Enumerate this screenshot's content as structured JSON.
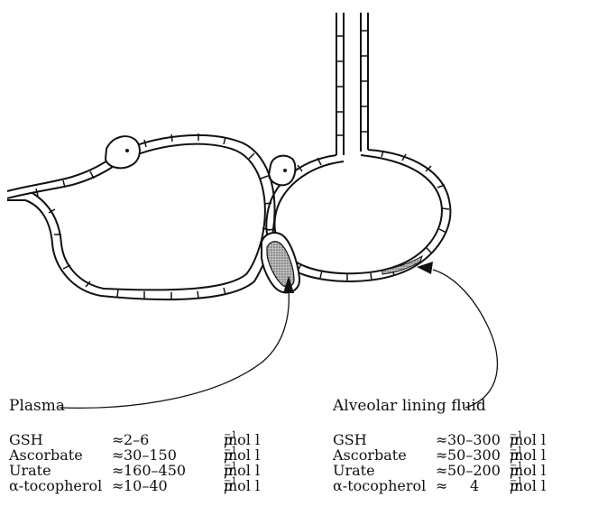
{
  "plasma": {
    "label": "Plasma",
    "rows": [
      {
        "name": "GSH",
        "approx": "≈",
        "value": "2–6",
        "unit_mu": "μ",
        "unit_rest": "mol l",
        "unit_exp": "−1"
      },
      {
        "name": "Ascorbate",
        "approx": "≈",
        "value": "30–150",
        "unit_mu": "μ",
        "unit_rest": "mol l",
        "unit_exp": "−1"
      },
      {
        "name": "Urate",
        "approx": "≈",
        "value": "160–450",
        "unit_mu": "μ",
        "unit_rest": "mol l",
        "unit_exp": "−1"
      },
      {
        "name": "α-tocopherol",
        "approx": "≈",
        "value": "10–40",
        "unit_mu": "μ",
        "unit_rest": "mol l",
        "unit_exp": "−1"
      }
    ]
  },
  "alveolar": {
    "label": "Alveolar lining fluid",
    "rows": [
      {
        "name": "GSH",
        "approx": "≈",
        "value": "30–300",
        "unit_mu": "μ",
        "unit_rest": "mol l",
        "unit_exp": "−1"
      },
      {
        "name": "Ascorbate",
        "approx": "≈",
        "value": "50–300",
        "unit_mu": "μ",
        "unit_rest": "mol l",
        "unit_exp": "−1"
      },
      {
        "name": "Urate",
        "approx": "≈",
        "value": "50–200",
        "unit_mu": "μ",
        "unit_rest": "mol l",
        "unit_exp": "−1"
      },
      {
        "name": "α-tocopherol",
        "approx": "≈",
        "value": "4",
        "unit_mu": "μ",
        "unit_rest": "mol l",
        "unit_exp": "−1"
      }
    ]
  },
  "colors": {
    "line": "#111111",
    "shading": "#8a8a8a",
    "background": "#ffffff"
  }
}
